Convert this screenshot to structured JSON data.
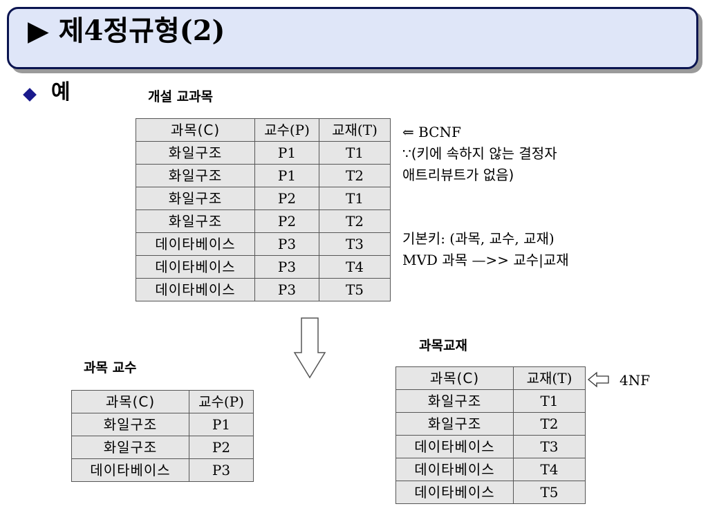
{
  "title": {
    "arrow": "▶",
    "prefix": "제",
    "number": "4",
    "suffix": "정규형",
    "part": "(2)"
  },
  "example_label": "예",
  "tables": {
    "main": {
      "caption": "개설 교과목",
      "headers": [
        "과목(C)",
        "교수(P)",
        "교재(T)"
      ],
      "rows": [
        [
          "화일구조",
          "P1",
          "T1"
        ],
        [
          "화일구조",
          "P1",
          "T2"
        ],
        [
          "화일구조",
          "P2",
          "T1"
        ],
        [
          "화일구조",
          "P2",
          "T2"
        ],
        [
          "데이타베이스",
          "P3",
          "T3"
        ],
        [
          "데이타베이스",
          "P3",
          "T4"
        ],
        [
          "데이타베이스",
          "P3",
          "T5"
        ]
      ]
    },
    "course_prof": {
      "caption": "과목 교수",
      "headers": [
        "과목(C)",
        "교수(P)"
      ],
      "rows": [
        [
          "화일구조",
          "P1"
        ],
        [
          "화일구조",
          "P2"
        ],
        [
          "데이타베이스",
          "P3"
        ]
      ]
    },
    "course_text": {
      "caption": "과목교재",
      "headers": [
        "과목(C)",
        "교재(T)"
      ],
      "rows": [
        [
          "화일구조",
          "T1"
        ],
        [
          "화일구조",
          "T2"
        ],
        [
          "데이타베이스",
          "T3"
        ],
        [
          "데이타베이스",
          "T4"
        ],
        [
          "데이타베이스",
          "T5"
        ]
      ]
    }
  },
  "notes": {
    "bcnf_line1": "⇐ BCNF",
    "bcnf_line2": "∵(키에 속하지 않는 결정자",
    "bcnf_line3": "애트리뷰트가 없음)",
    "key_line": "기본키: (과목, 교수, 교재)",
    "mvd_label": "MVD 과목",
    "mvd_arrow": "—>>",
    "mvd_rhs": "교수|교재",
    "nf4_label": "4NF"
  },
  "colors": {
    "title_bg": "#dfe6f8",
    "title_border": "#0a1450",
    "bullet": "#1a1a8c",
    "table_bg": "#e6e6e6"
  }
}
